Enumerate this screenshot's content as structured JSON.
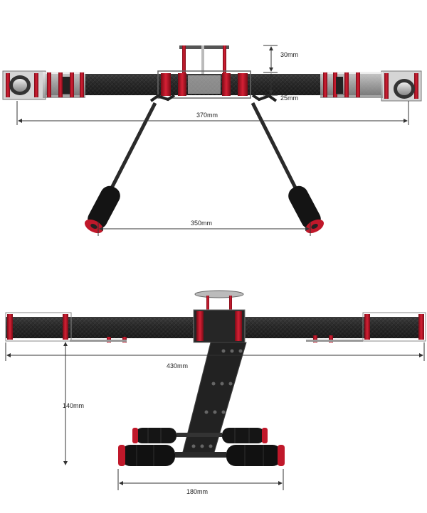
{
  "dimensions": {
    "top_height": "30mm",
    "arm_offset": "25mm",
    "arm_span": "370mm",
    "skid_span": "350mm",
    "side_span": "430mm",
    "gear_height": "140mm",
    "skid_width": "180mm"
  },
  "colors": {
    "anodized_red": "#c0182a",
    "carbon": "#2a2a2a",
    "foam": "#151515",
    "dim_line": "#333333"
  }
}
